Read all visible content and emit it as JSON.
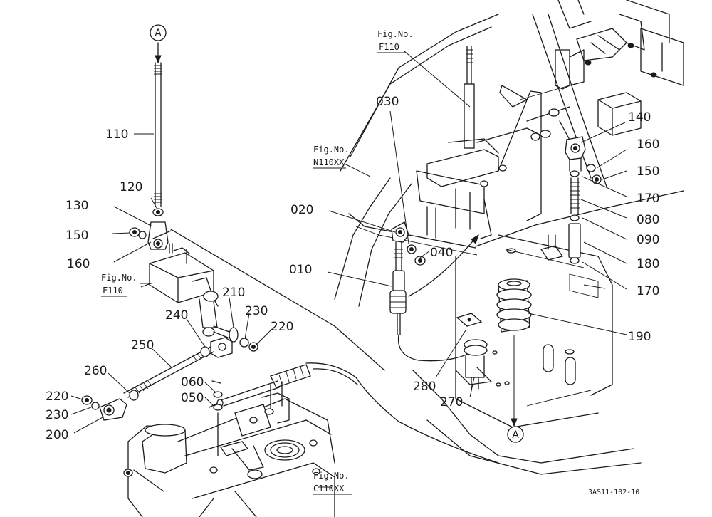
{
  "diagram": {
    "parts": {
      "p010": "010",
      "p020": "020",
      "p030": "030",
      "p040": "040",
      "p050": "050",
      "p060": "060",
      "p080": "080",
      "p090": "090",
      "p110": "110",
      "p120": "120",
      "p130": "130",
      "p140": "140",
      "p150_left": "150",
      "p150_right": "150",
      "p160_left": "160",
      "p160_right": "160",
      "p170_top": "170",
      "p170_bottom": "170",
      "p180": "180",
      "p190": "190",
      "p200": "200",
      "p210": "210",
      "p220_left": "220",
      "p220_right": "220",
      "p230_left": "230",
      "p230_right": "230",
      "p240": "240",
      "p250": "250",
      "p260": "260",
      "p270": "270",
      "p280": "280"
    },
    "figure_refs": {
      "f110_top": {
        "label": "Fig.No.",
        "code": "F110"
      },
      "n110xx": {
        "label": "Fig.No.",
        "code": "N110XX"
      },
      "f110_left": {
        "label": "Fig.No.",
        "code": "F110"
      },
      "c110xx": {
        "label": "Fig.No.",
        "code": "C110XX"
      }
    },
    "connector_top": "A",
    "connector_bottom": "A",
    "drawing_code": "3AS11-102-10"
  }
}
